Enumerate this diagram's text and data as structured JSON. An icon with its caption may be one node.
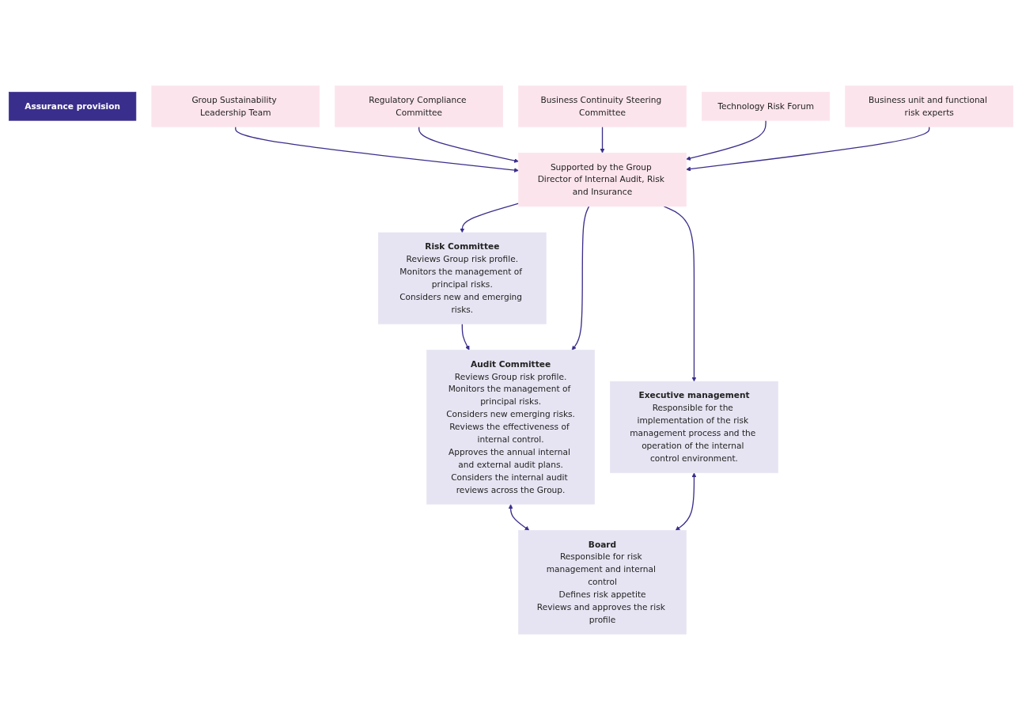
{
  "diagram": {
    "nodes": [
      {
        "text": [
          "Assurance provision"
        ]
      },
      {
        "text": [
          "Board",
          "Responsible for risk management and internal control",
          "Defines risk appetite",
          "Reviews and approves the risk profile"
        ]
      },
      {
        "text": [
          "Audit Committee",
          "Reviews Group risk profile.",
          "Monitors the management of principal risks.",
          "Considers new emerging risks.",
          "Reviews the effectiveness of internal control.",
          "Approves the annual internal and external audit plans.",
          "Considers the internal audit reviews across the Group."
        ]
      },
      {
        "text": [
          "Risk Committee",
          "Reviews Group risk profile.",
          "Monitors the management of principal risks.",
          "Considers new and emerging risks."
        ]
      },
      {
        "text": [
          "Executive management",
          "Responsible for the implementation of the risk management process and the operation of the internal control environment."
        ]
      },
      {
        "text": [
          "Supported by the Group Director of Internal Audit, Risk and Insurance"
        ]
      },
      {
        "text": [
          "Group Sustainability Leadership Team"
        ]
      },
      {
        "text": [
          "Regulatory Compliance Committee"
        ]
      },
      {
        "text": [
          "Business Continuity Steering Committee"
        ]
      },
      {
        "text": [
          "Technology Risk Forum"
        ]
      },
      {
        "text": [
          "Business unit and functional risk experts"
        ]
      }
    ],
    "edges": [
      {
        "from": 2,
        "to": 1,
        "arrow": "both"
      },
      {
        "from": 4,
        "to": 1,
        "arrow": "both"
      },
      {
        "from": 3,
        "to": 2,
        "arrow": "to"
      },
      {
        "from": 5,
        "to": 2,
        "arrow": "to"
      },
      {
        "from": 5,
        "to": 3,
        "arrow": "to"
      },
      {
        "from": 5,
        "to": 4,
        "arrow": "to"
      },
      {
        "from": 6,
        "to": 5,
        "arrow": "to"
      },
      {
        "from": 7,
        "to": 5,
        "arrow": "to"
      },
      {
        "from": 8,
        "to": 5,
        "arrow": "to"
      },
      {
        "from": 9,
        "to": 5,
        "arrow": "to"
      },
      {
        "from": 10,
        "to": 5,
        "arrow": "to"
      }
    ]
  }
}
